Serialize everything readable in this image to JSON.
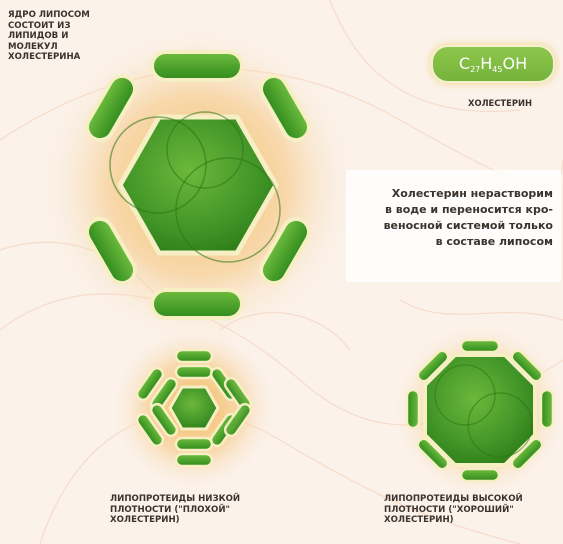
{
  "labels": {
    "core": "ЯДРО ЛИПОСОМ\nСОСТОИТ ИЗ\nЛИПИДОВ И\nМОЛЕКУЛ\nХОЛЕСТЕРИНА",
    "cholesterol": "ХОЛЕСТЕРИН",
    "ldl": "ЛИПОПРОТЕИДЫ НИЗКОЙ\nПЛОТНОСТИ (\"ПЛОХОЙ\"\nХОЛЕСТЕРИН)",
    "hdl": "ЛИПОПРОТЕИДЫ ВЫСОКОЙ\nПЛОТНОСТИ (\"ХОРОШИЙ\"\nХОЛЕСТЕРИН)"
  },
  "formula": {
    "c": "C",
    "c_sub": "27",
    "h": "H",
    "h_sub": "45",
    "oh": "OH"
  },
  "note": "Холестерин нерастворим\nв воде и переносится кро-\nвеносной системой только\nв составе липосом",
  "colors": {
    "background": "#fbf2ea",
    "swirl": "#f4c9ad",
    "glow": "#f2b553",
    "green_dark": "#2e7d18",
    "green_mid": "#4ca32e",
    "green_light": "#8dc64c",
    "outline": "#f6efc4"
  },
  "icons": [
    "cholesterol-molecule-icon",
    "liposome-icon"
  ]
}
